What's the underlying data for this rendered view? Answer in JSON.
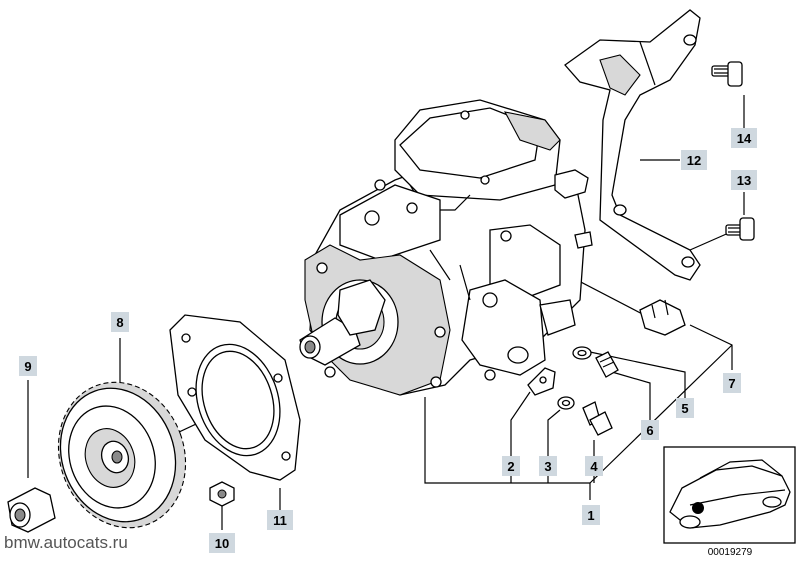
{
  "diagram": {
    "callouts": [
      "1",
      "2",
      "3",
      "4",
      "5",
      "6",
      "7",
      "8",
      "9",
      "10",
      "11",
      "12",
      "13",
      "14"
    ],
    "drawing_number": "00019279",
    "watermark": "bmw.autocats.ru"
  }
}
